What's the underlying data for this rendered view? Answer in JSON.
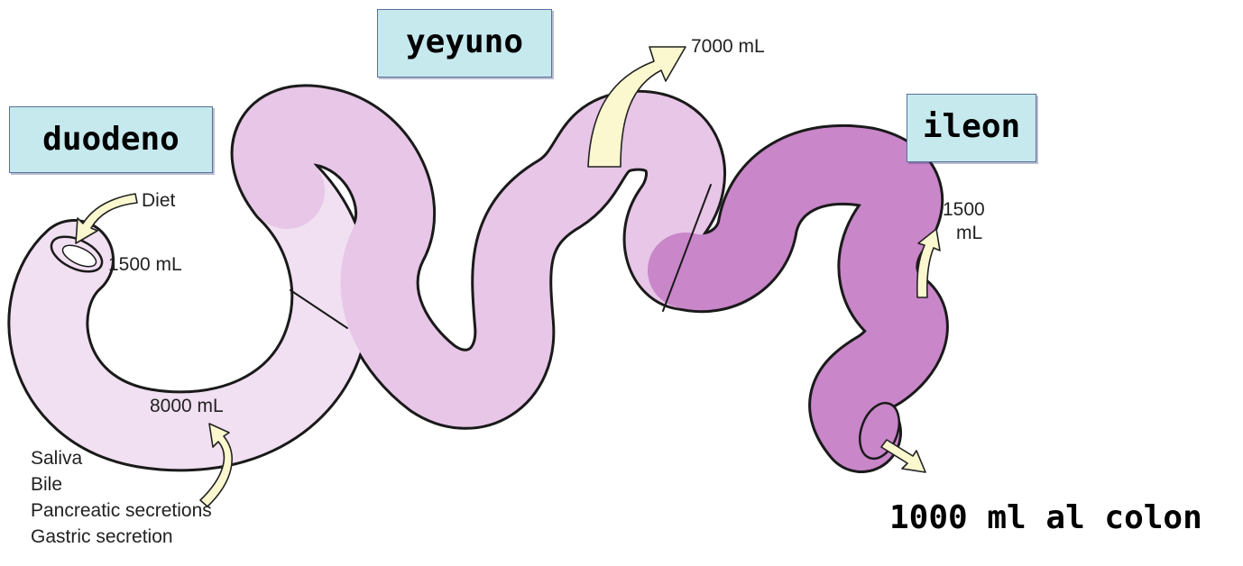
{
  "labels": {
    "duodeno": "duodeno",
    "yeyuno": "yeyuno",
    "ileon": "ileon"
  },
  "annotations": {
    "diet": "Diet",
    "intake_volume": "1500 mL",
    "secretions_volume": "8000 mL",
    "jejunum_absorption": "7000 mL",
    "ileum_absorption_value": "1500",
    "ileum_absorption_unit": "mL",
    "to_colon": "1000 ml al colon"
  },
  "secretions": [
    "Saliva",
    "Bile",
    "Pancreatic secretions",
    "Gastric secretion"
  ],
  "colors": {
    "duodenum_fill": "#f1e0f1",
    "jejunum_fill": "#e7c6e7",
    "ileum_fill": "#c986c9",
    "outline": "#1a1a1a",
    "arrow_fill": "#fbf8cf",
    "label_bg": "#c6e9ee",
    "label_border": "#5a6f9a"
  }
}
